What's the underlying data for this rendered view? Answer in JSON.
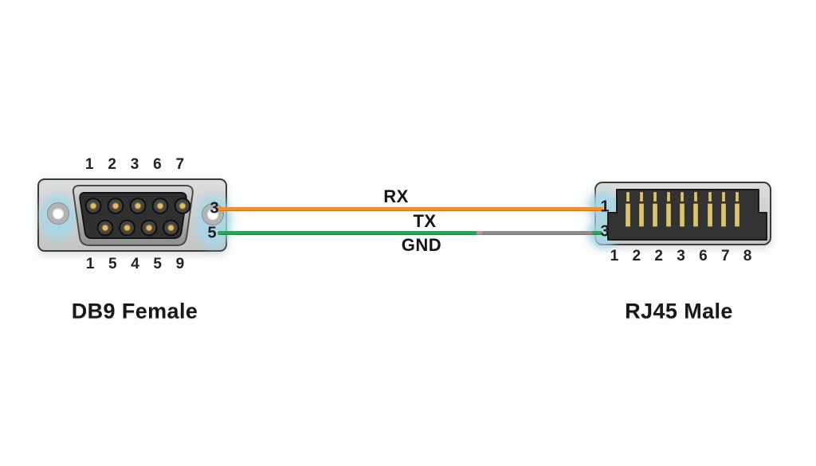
{
  "db9": {
    "label": "DB9 Female",
    "top_pin_numbers": [
      "1",
      "2",
      "3",
      "6",
      "7"
    ],
    "bottom_pin_numbers": [
      "1",
      "5",
      "4",
      "5",
      "9"
    ]
  },
  "rj45": {
    "label": "RJ45 Male",
    "pin_numbers": [
      "1",
      "2",
      "2",
      "3",
      "6",
      "7",
      "8"
    ]
  },
  "wiring": {
    "rx_label": "RX",
    "tx_label": "TX",
    "gnd_label": "GND",
    "rx_wire": {
      "db9_pin": "3",
      "rj45_pin": "1",
      "color": "#F0912B"
    },
    "gnd_wire": {
      "db9_pin": "5",
      "rj45_pin": "3",
      "color_green": "#2CA55C",
      "color_gray": "#8E8E8E"
    }
  },
  "colors": {
    "highlight_glow": "#A6D7E8",
    "connector_shell": "#CDCECE",
    "pin_gold": "#D9C478"
  }
}
